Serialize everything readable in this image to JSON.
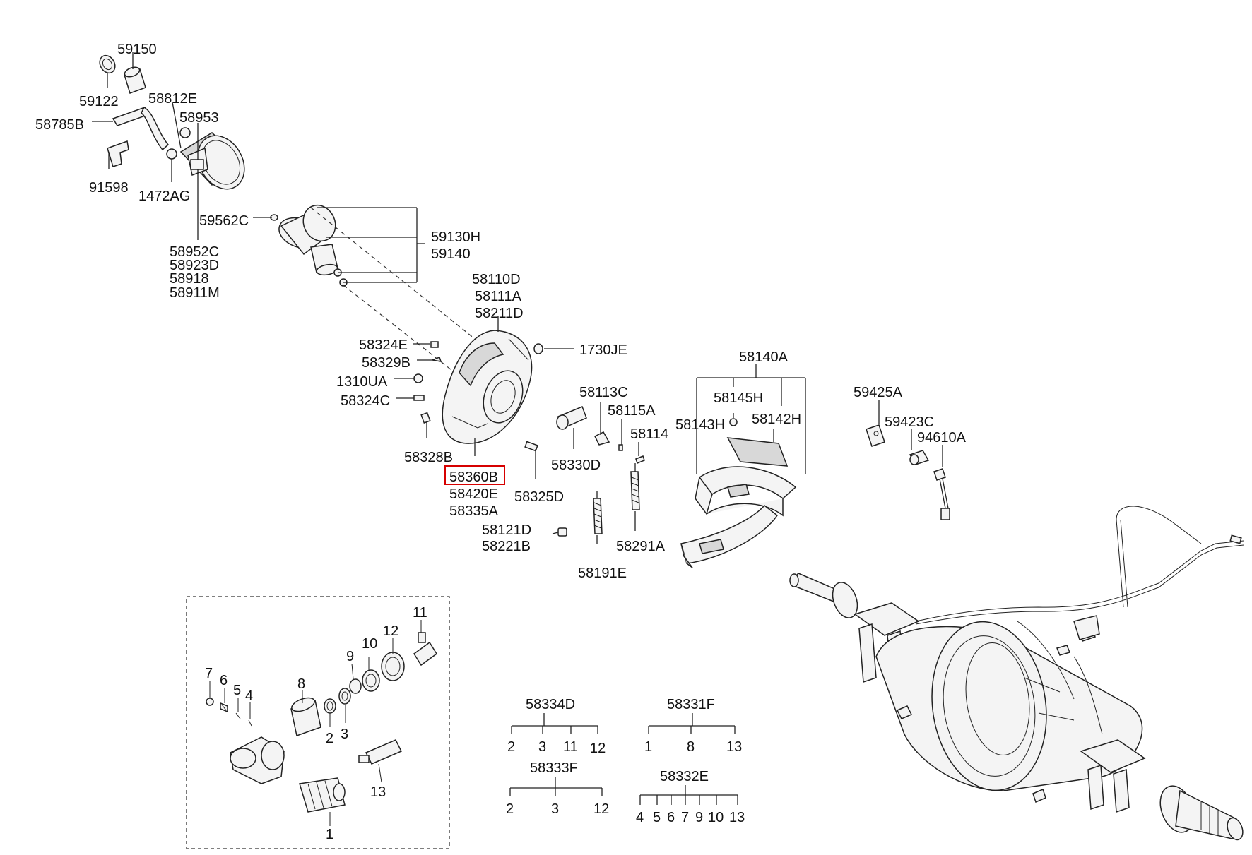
{
  "highlighted_part": "58360B",
  "labels": {
    "p59150": "59150",
    "p59122": "59122",
    "p58812E": "58812E",
    "p58785B": "58785B",
    "p58953": "58953",
    "p91598": "91598",
    "p1472AG": "1472AG",
    "p59562C": "59562C",
    "p58952C": "58952C",
    "p58923D": "58923D",
    "p58918": "58918",
    "p58911M": "58911M",
    "p59130H": "59130H",
    "p59140": "59140",
    "p58110D": "58110D",
    "p58111A": "58111A",
    "p58211D": "58211D",
    "p58324E": "58324E",
    "p1730JE": "1730JE",
    "p58329B": "58329B",
    "p1310UA": "1310UA",
    "p58324C": "58324C",
    "p58113C": "58113C",
    "p58115A": "58115A",
    "p58114": "58114",
    "p58328B": "58328B",
    "p58330D": "58330D",
    "p58360B": "58360B",
    "p58420E": "58420E",
    "p58335A": "58335A",
    "p58325D": "58325D",
    "p58121D": "58121D",
    "p58221B": "58221B",
    "p58191E": "58191E",
    "p58291A": "58291A",
    "p58140A": "58140A",
    "p58145H": "58145H",
    "p58143H": "58143H",
    "p58142H": "58142H",
    "p59425A": "59425A",
    "p59423C": "59423C",
    "p94610A": "94610A"
  },
  "kit_numbers": {
    "n1": "1",
    "n2": "2",
    "n3": "3",
    "n4": "4",
    "n5": "5",
    "n6": "6",
    "n7": "7",
    "n8": "8",
    "n9": "9",
    "n10": "10",
    "n11": "11",
    "n12": "12",
    "n13": "13"
  },
  "kits": {
    "k58334D": {
      "name": "58334D",
      "items": [
        "2",
        "3",
        "11",
        "12"
      ]
    },
    "k58331F": {
      "name": "58331F",
      "items": [
        "1",
        "8",
        "13"
      ]
    },
    "k58333F": {
      "name": "58333F",
      "items": [
        "2",
        "3",
        "12"
      ]
    },
    "k58332E": {
      "name": "58332E",
      "items": [
        "4",
        "5",
        "6",
        "7",
        "9",
        "10",
        "13"
      ]
    }
  }
}
